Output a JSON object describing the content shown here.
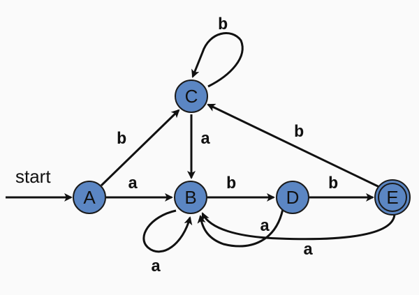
{
  "diagram": {
    "start_label": "start",
    "states": [
      {
        "id": "A",
        "label": "A",
        "accepting": false
      },
      {
        "id": "B",
        "label": "B",
        "accepting": false
      },
      {
        "id": "C",
        "label": "C",
        "accepting": false
      },
      {
        "id": "D",
        "label": "D",
        "accepting": false
      },
      {
        "id": "E",
        "label": "E",
        "accepting": true
      }
    ],
    "transitions": [
      {
        "from": "A",
        "to": "B",
        "symbol": "a"
      },
      {
        "from": "A",
        "to": "C",
        "symbol": "b"
      },
      {
        "from": "C",
        "to": "C",
        "symbol": "b"
      },
      {
        "from": "C",
        "to": "B",
        "symbol": "a"
      },
      {
        "from": "B",
        "to": "B",
        "symbol": "a"
      },
      {
        "from": "B",
        "to": "D",
        "symbol": "b"
      },
      {
        "from": "D",
        "to": "E",
        "symbol": "b"
      },
      {
        "from": "D",
        "to": "B",
        "symbol": "a"
      },
      {
        "from": "E",
        "to": "C",
        "symbol": "b"
      },
      {
        "from": "E",
        "to": "B",
        "symbol": "a"
      }
    ],
    "colors": {
      "state_fill": "#5b86c3",
      "edge": "#111111",
      "background": "#fafafa"
    }
  }
}
